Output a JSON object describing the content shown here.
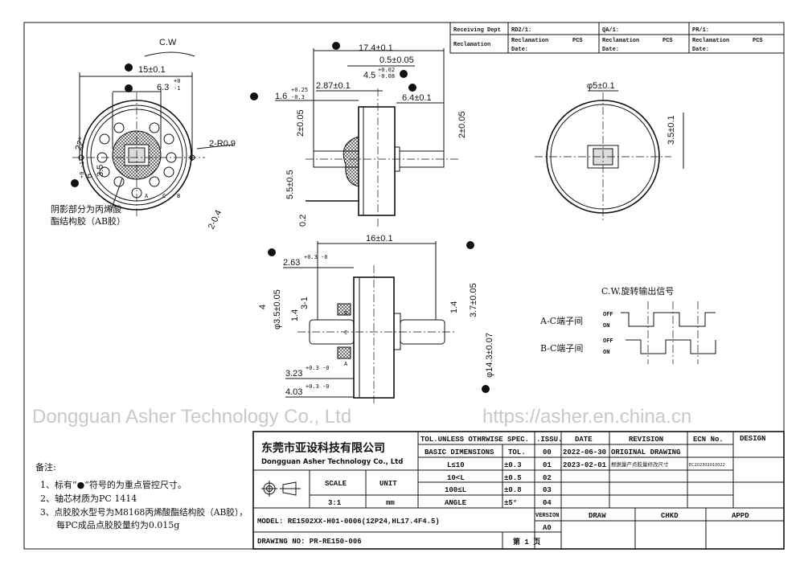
{
  "receiving_table": {
    "row1": [
      "Receiving Dept",
      "RD2/1:",
      "QA/1:",
      "PR/1:"
    ],
    "row2_label": "Reclamation",
    "reclamation": "Reclamation",
    "pcs": "PCS",
    "date": "Date:"
  },
  "front_view": {
    "rotation": "C.W",
    "d25": "15±0.1",
    "d26": "6.3",
    "d26_tol_up": "+0",
    "d26_tol_dn": "-1",
    "angle27": "22°",
    "d28": "6",
    "d28_tol": "+0 -1",
    "d_small": "3.5",
    "radius": "2-R0.9",
    "d30": "2-0.4",
    "terms": [
      "A",
      "C",
      "B"
    ],
    "note_line1": "阴影部分为丙烯酸",
    "note_line2": "酯结构胶（AB胶）"
  },
  "side_view": {
    "d5": "17.4±0.1",
    "d6": "0.5±0.05",
    "d7": "4.5",
    "d7_tol_up": "+0.02",
    "d7_tol_dn": "-0.08",
    "d8": "2.87±0.1",
    "d4": "6.4±0.1",
    "d9": "1.6",
    "d9_tol_up": "+0.25",
    "d9_tol_dn": "-0.3",
    "d10": "2±0.05",
    "d3": "2±0.05",
    "d11": "5.5±0.5",
    "d12": "0.2"
  },
  "right_view": {
    "d2": "φ5±0.1",
    "d1": "3.5±0.1"
  },
  "bottom_view": {
    "d13": "16±0.1",
    "d14": "2.63",
    "d14_tol": "+0.3 -0",
    "d15": "3-1",
    "d16": "1.4",
    "d17": "φ3.5±0.05",
    "d18": "1.4",
    "d19": "4",
    "d22": "3.7±0.05",
    "d24": "φ14.3±0.07",
    "d20": "3.23",
    "d20_tol": "+0.3 -0",
    "d21": "4.03",
    "d21_tol": "+0.3 -0",
    "terms": [
      "B",
      "C",
      "A"
    ]
  },
  "signal": {
    "title": "C.W.旋转输出信号",
    "rows": [
      {
        "label": "A-C端子间",
        "off": "OFF",
        "on": "ON"
      },
      {
        "label": "B-C端子间",
        "off": "OFF",
        "on": "ON"
      }
    ]
  },
  "watermark": {
    "line1": "Dongguan Asher Technology Co., Ltd",
    "line2": "https://asher.en.china.cn"
  },
  "notes": {
    "title": "备注:",
    "items": [
      "1、标有”●“符号的为重点管控尺寸。",
      "2、轴芯材质为PC 1414",
      "3、点胶胶水型号为M8168丙烯酸酯结构胶（AB胶），",
      "每PC成品点胶胶量约为0.015g"
    ]
  },
  "title_block": {
    "company_cn": "东莞市亚设科技有限公司",
    "company_en": "Dongguan Asher Technology Co., Ltd",
    "scale_label": "SCALE",
    "unit_label": "UNIT",
    "scale": "3:1",
    "unit": "mm",
    "tol_header": "TOL.UNLESS OTHRWISE SPEC.",
    "issu_header": ".ISSU.",
    "basic_dims": "BASIC DIMENSIONS",
    "tol_label": "TOL.",
    "tol_rows": [
      {
        "range": "L≤10",
        "tol": "±0.3"
      },
      {
        "range": "10<L",
        "tol": "±0.5"
      },
      {
        "range": "100≤L",
        "tol": "±0.8"
      },
      {
        "range": "ANGLE",
        "tol": "±5°"
      }
    ],
    "issues": [
      "00",
      "01",
      "02",
      "03",
      "04"
    ],
    "date_header": "DATE",
    "revision_header": "REVISION",
    "ecn_header": "ECN No.",
    "design_header": "DESIGN",
    "revisions": [
      {
        "date": "2022-06-30",
        "revision": "ORIGINAL DRAWING",
        "ecn": ""
      },
      {
        "date": "2023-02-01",
        "revision": "根据量产点胶量修改尺寸",
        "ecn": "EC202302010022"
      }
    ],
    "model": "MODEL:  RE1502XX-H01-0006(12P24,HL17.4F4.5)",
    "version_label": "VERSION",
    "version": "A0",
    "drawing_no": "DRAWING NO:  PR-RE150-006",
    "page": "第  1  页",
    "draw": "DRAW",
    "chkd": "CHKD",
    "appd": "APPD"
  }
}
